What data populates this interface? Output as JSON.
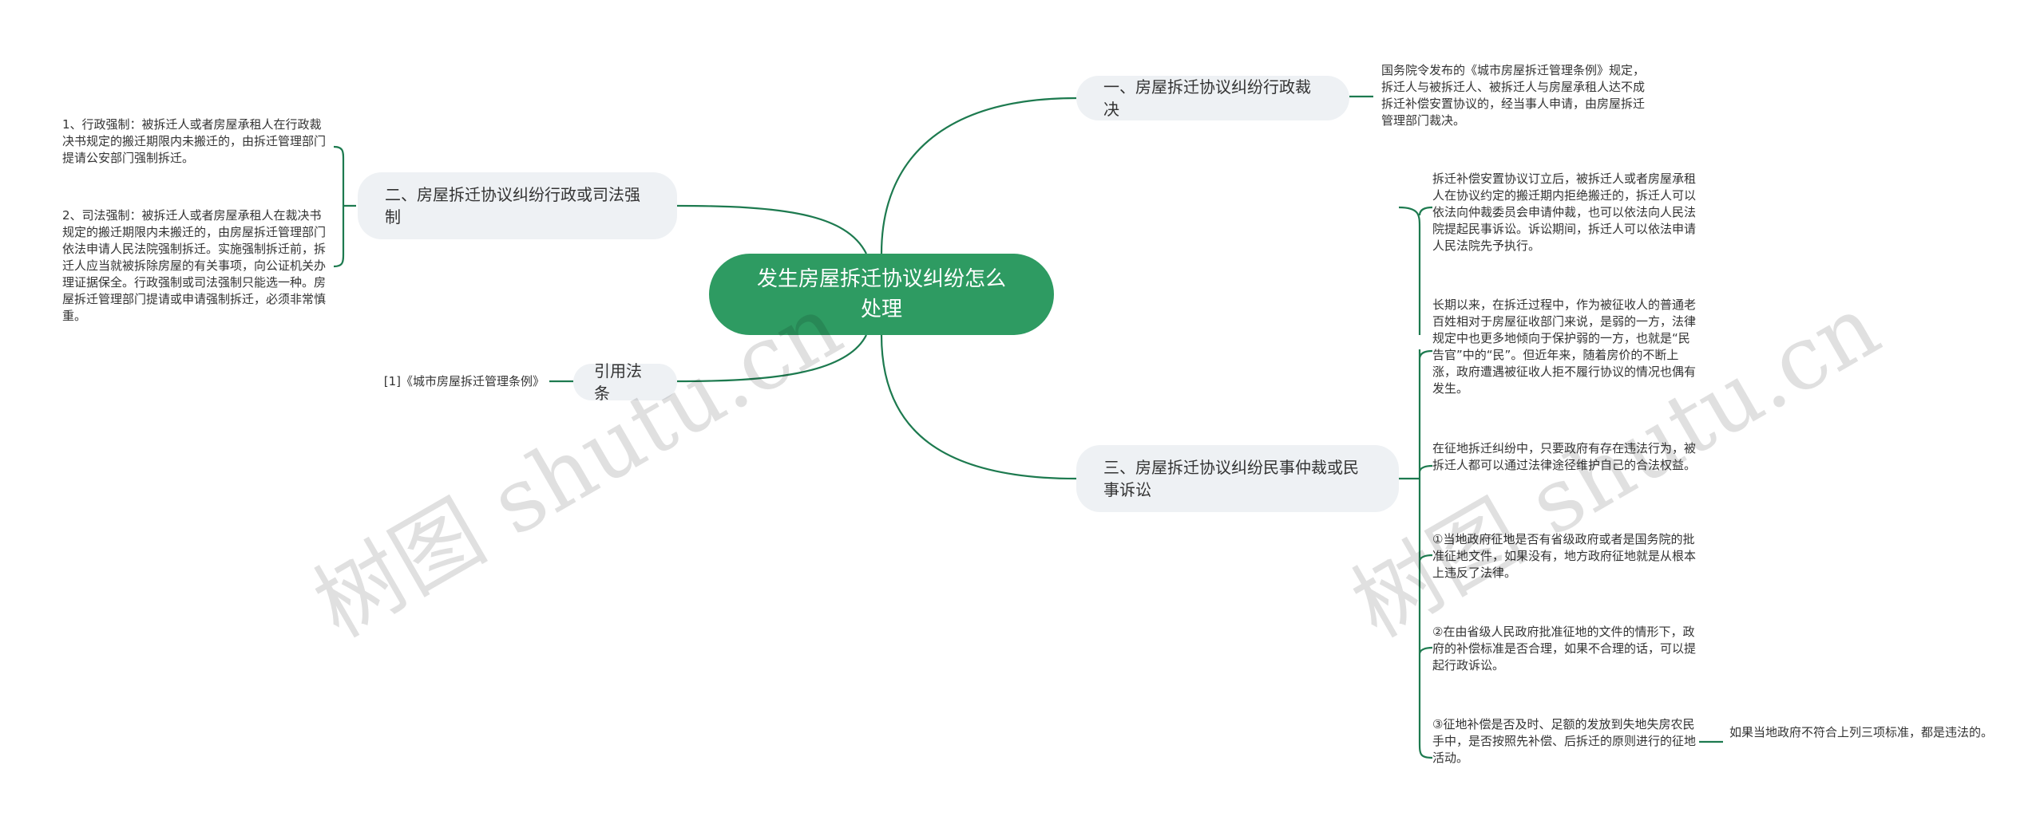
{
  "root": {
    "title": "发生房屋拆迁协议纠纷怎么处理"
  },
  "branches": {
    "b1": {
      "label": "一、房屋拆迁协议纠纷行政裁决"
    },
    "b2": {
      "label": "二、房屋拆迁协议纠纷行政或司法强制"
    },
    "b3": {
      "label": "三、房屋拆迁协议纠纷民事仲裁或民事诉讼"
    },
    "b4": {
      "label": "引用法条"
    }
  },
  "leaves": {
    "b1_1": "国务院令发布的《城市房屋拆迁管理条例》规定，拆迁人与被拆迁人、被拆迁人与房屋承租人达不成拆迁补偿安置协议的，经当事人申请，由房屋拆迁管理部门裁决。",
    "b2_1": "1、行政强制：被拆迁人或者房屋承租人在行政裁决书规定的搬迁期限内未搬迁的，由拆迁管理部门提请公安部门强制拆迁。",
    "b2_2": "2、司法强制：被拆迁人或者房屋承租人在裁决书规定的搬迁期限内未搬迁的，由房屋拆迁管理部门依法申请人民法院强制拆迁。实施强制拆迁前，拆迁人应当就被拆除房屋的有关事项，向公证机关办理证据保全。行政强制或司法强制只能选一种。房屋拆迁管理部门提请或申请强制拆迁，必须非常慎重。",
    "b3_1": "拆迁补偿安置协议订立后，被拆迁人或者房屋承租人在协议约定的搬迁期内拒绝搬迁的，拆迁人可以依法向仲裁委员会申请仲裁，也可以依法向人民法院提起民事诉讼。诉讼期间，拆迁人可以依法申请人民法院先予执行。",
    "b3_2": "长期以来，在拆迁过程中，作为被征收人的普通老百姓相对于房屋征收部门来说，是弱的一方，法律规定中也更多地倾向于保护弱的一方，也就是“民告官”中的“民”。但近年来，随着房价的不断上涨，政府遭遇被征收人拒不履行协议的情况也偶有发生。",
    "b3_3": "在征地拆迁纠纷中，只要政府有存在违法行为，被拆迁人都可以通过法律途径维护自己的合法权益。",
    "b3_4": "①当地政府征地是否有省级政府或者是国务院的批准征地文件，如果没有，地方政府征地就是从根本上违反了法律。",
    "b3_5": "②在由省级人民政府批准征地的文件的情形下，政府的补偿标准是否合理，如果不合理的话，可以提起行政诉讼。",
    "b3_6": "③征地补偿是否及时、足额的发放到失地失房农民手中，是否按照先补偿、后拆迁的原则进行的征地活动。",
    "b3_6_1": "如果当地政府不符合上列三项标准，都是违法的。",
    "b4_1": "[1]《城市房屋拆迁管理条例》"
  },
  "watermarks": [
    "树图 shutu.cn",
    "树图 shutu.cn"
  ],
  "colors": {
    "root_fill": "#2e9b62",
    "branch_fill": "#eef1f4",
    "line": "#1d7a4f"
  }
}
